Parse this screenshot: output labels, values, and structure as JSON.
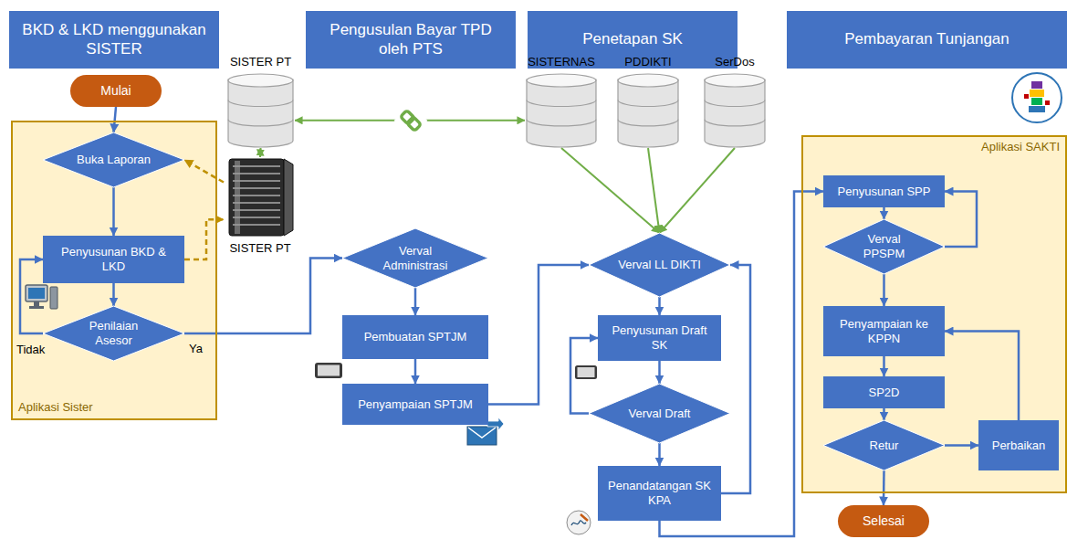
{
  "diagram": {
    "nodes": [
      {
        "text": [
          "BKD & LKD menggunakan SISTER"
        ]
      },
      {
        "text": [
          "Pengusulan Bayar TPD oleh PTS"
        ]
      },
      {
        "text": [
          "Penetapan SK"
        ]
      },
      {
        "text": [
          "Pembayaran Tunjangan"
        ]
      },
      {
        "text": [
          "Mulai"
        ]
      },
      {
        "text": [
          "Aplikasi Sister"
        ]
      },
      {
        "text": [
          "Buka Laporan"
        ],
        "in": 5
      },
      {
        "text": [
          "Penyusunan BKD & LKD"
        ],
        "in": 5
      },
      {
        "text": [
          "Penilaian Asesor"
        ],
        "in": 5
      },
      {
        "text": [
          "SISTER PT"
        ]
      },
      {
        "text": [
          "SISTER PT"
        ]
      },
      {
        "text": [
          "SISTERNAS"
        ]
      },
      {
        "text": [
          "PDDIKTI"
        ]
      },
      {
        "text": [
          "SerDos"
        ]
      },
      {
        "text": [
          "Verval Administrasi"
        ]
      },
      {
        "text": [
          "Pembuatan SPTJM"
        ]
      },
      {
        "text": [
          "Penyampaian SPTJM"
        ]
      },
      {
        "text": [
          "Verval LL DIKTI"
        ]
      },
      {
        "text": [
          "Penyusunan Draft SK"
        ]
      },
      {
        "text": [
          "Verval Draft"
        ]
      },
      {
        "text": [
          "Penandatangan SK KPA"
        ]
      },
      {
        "text": [
          "Aplikasi SAKTI"
        ]
      },
      {
        "text": [
          "Penyusunan SPP"
        ],
        "in": 21
      },
      {
        "text": [
          "Verval PPSPM"
        ],
        "in": 21
      },
      {
        "text": [
          "Penyampaian ke KPPN"
        ],
        "in": 21
      },
      {
        "text": [
          "SP2D"
        ],
        "in": 21
      },
      {
        "text": [
          "Retur"
        ],
        "in": 21
      },
      {
        "text": [
          "Perbaikan"
        ],
        "in": 21
      },
      {
        "text": [
          "Selesai"
        ]
      }
    ],
    "edges": [
      {
        "from": 4,
        "to": 6,
        "arrow": "to"
      },
      {
        "from": 6,
        "to": 7,
        "arrow": "to"
      },
      {
        "from": 7,
        "to": 8,
        "arrow": "to"
      },
      {
        "from": 8,
        "to": 7,
        "label": "Tidak",
        "arrow": "to"
      },
      {
        "from": 8,
        "to": 14,
        "label": "Ya",
        "arrow": "to"
      },
      {
        "from": 10,
        "to": 6,
        "arrow": "to"
      },
      {
        "from": 7,
        "to": 10,
        "arrow": "to"
      },
      {
        "from": 9,
        "to": 10,
        "arrow": "both"
      },
      {
        "from": 9,
        "to": 11,
        "arrow": "both"
      },
      {
        "from": 11,
        "to": 17,
        "arrow": "to"
      },
      {
        "from": 12,
        "to": 17,
        "arrow": "to"
      },
      {
        "from": 13,
        "to": 17,
        "arrow": "to"
      },
      {
        "from": 14,
        "to": 15,
        "arrow": "to"
      },
      {
        "from": 15,
        "to": 16,
        "arrow": "to"
      },
      {
        "from": 16,
        "to": 17,
        "arrow": "to"
      },
      {
        "from": 17,
        "to": 18,
        "arrow": "to"
      },
      {
        "from": 18,
        "to": 19,
        "arrow": "to"
      },
      {
        "from": 19,
        "to": 18,
        "arrow": "to"
      },
      {
        "from": 19,
        "to": 20,
        "arrow": "to"
      },
      {
        "from": 20,
        "to": 17,
        "arrow": "to"
      },
      {
        "from": 20,
        "to": 22,
        "arrow": "to"
      },
      {
        "from": 22,
        "to": 23,
        "arrow": "to"
      },
      {
        "from": 23,
        "to": 22,
        "arrow": "to"
      },
      {
        "from": 23,
        "to": 24,
        "arrow": "to"
      },
      {
        "from": 24,
        "to": 25,
        "arrow": "to"
      },
      {
        "from": 25,
        "to": 26,
        "arrow": "to"
      },
      {
        "from": 26,
        "to": 27,
        "arrow": "to"
      },
      {
        "from": 27,
        "to": 24,
        "arrow": "to"
      },
      {
        "from": 26,
        "to": 28,
        "arrow": "to"
      }
    ]
  }
}
